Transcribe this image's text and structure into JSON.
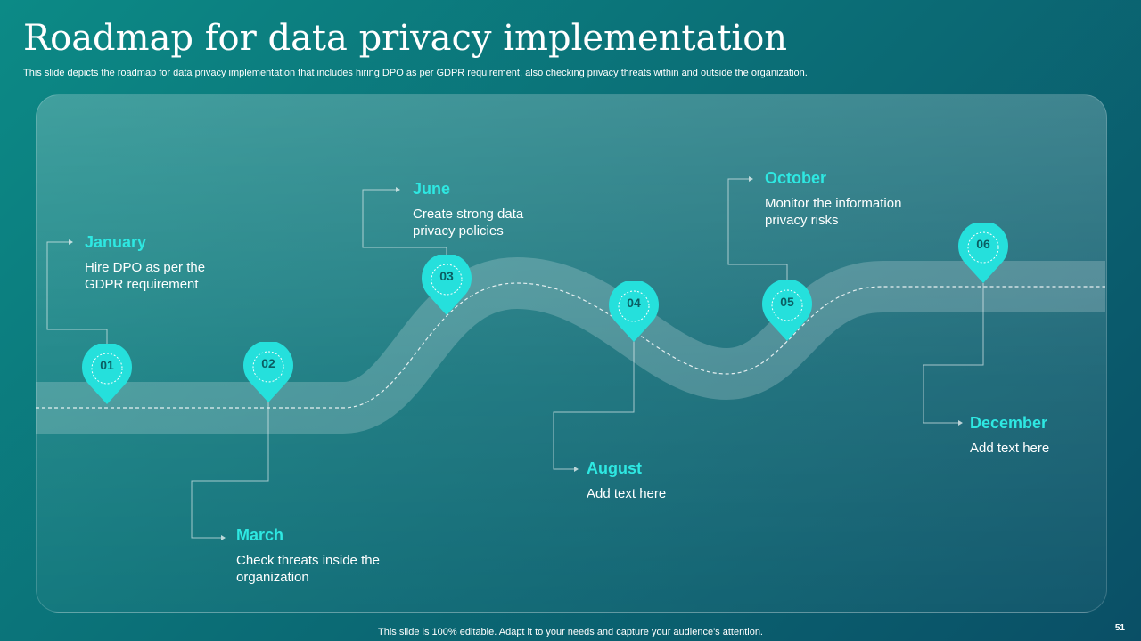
{
  "header": {
    "title": "Roadmap for data privacy implementation",
    "subtitle": "This slide depicts the roadmap for data privacy implementation that includes hiring DPO as per GDPR requirement, also checking privacy threats within and outside the organization."
  },
  "milestones": [
    {
      "number": "01",
      "month": "January",
      "text": "Hire DPO as per the GDPR requirement"
    },
    {
      "number": "02",
      "month": "March",
      "text": "Check threats inside the organization"
    },
    {
      "number": "03",
      "month": "June",
      "text": "Create strong data privacy policies"
    },
    {
      "number": "04",
      "month": "August",
      "text": "Add text here"
    },
    {
      "number": "05",
      "month": "October",
      "text": "Monitor the information privacy risks"
    },
    {
      "number": "06",
      "month": "December",
      "text": "Add text here"
    }
  ],
  "footer": {
    "note": "This slide is 100% editable. Adapt it to your needs and capture your audience's attention.",
    "page_number": "51"
  },
  "colors": {
    "accent": "#2ee8e2",
    "marker": "#25e0dc",
    "background_start": "#0c8a86",
    "background_end": "#0a4f66"
  }
}
